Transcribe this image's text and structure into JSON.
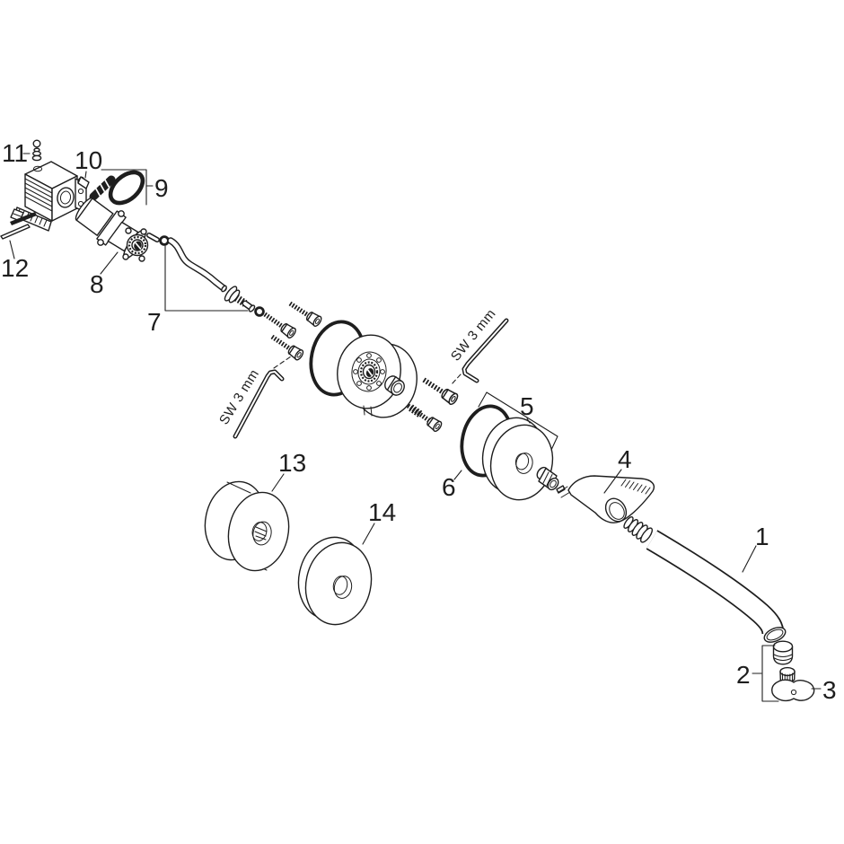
{
  "diagram": {
    "background_color": "#ffffff",
    "line_color": "#1e1e1e"
  },
  "labels": {
    "p1": "1",
    "p2": "2",
    "p3": "3",
    "p4": "4",
    "p5": "5",
    "p6": "6",
    "p7": "7",
    "p8": "8",
    "p9": "9",
    "p10": "10",
    "p11": "11",
    "p12": "12",
    "p13": "13",
    "p14": "14",
    "sw_left": "SW 3 mm",
    "sw_right": "SW 3 mm"
  }
}
